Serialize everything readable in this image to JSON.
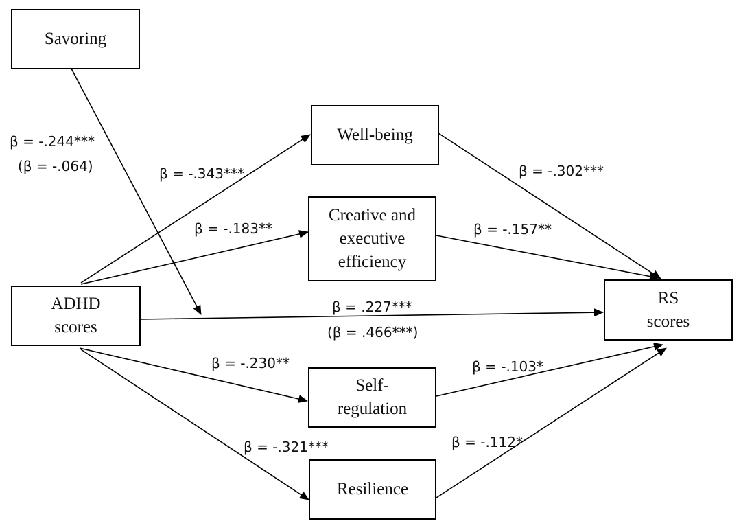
{
  "nodes": {
    "savoring": "Savoring",
    "wellbeing": "Well-being",
    "creative": "Creative and\nexecutive\nefficiency",
    "adhd": "ADHD\nscores",
    "rs": "RS\nscores",
    "selfreg": "Self-\nregulation",
    "resilience": "Resilience"
  },
  "coefficients": {
    "savoring_moderation": "β = -.244***",
    "savoring_moderation_alt": "(β = -.064)",
    "adhd_wellbeing": "β = -.343***",
    "adhd_creative": "β = -.183**",
    "wellbeing_rs": "β = -.302***",
    "creative_rs": "β = -.157**",
    "adhd_rs_direct": "β = .227***",
    "adhd_rs_total": "(β = .466***)",
    "adhd_selfreg": "β = -.230**",
    "selfreg_rs": "β = -.103*",
    "adhd_resilience": "β = -.321***",
    "resilience_rs": "β = -.112*"
  }
}
